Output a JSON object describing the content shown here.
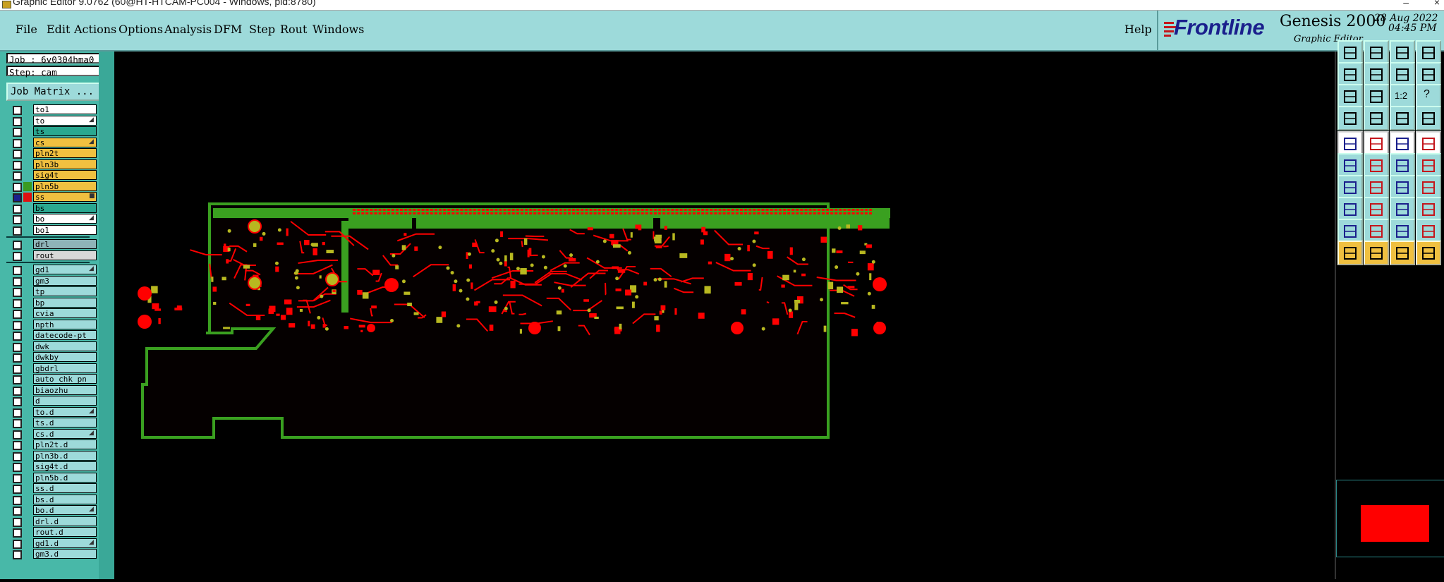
{
  "window": {
    "title": "Graphic Editor 9.0762 (60@HT-HTCAM-PC004 - Windows, pid:8780)",
    "controls": [
      "–",
      "×"
    ]
  },
  "menu": {
    "items": [
      {
        "label": "File"
      },
      {
        "label": "Edit"
      },
      {
        "label": "Actions"
      },
      {
        "label": "Options"
      },
      {
        "label": "Analysis"
      },
      {
        "label": "DFM"
      },
      {
        "label": "Step"
      },
      {
        "label": "Rout"
      },
      {
        "label": "Windows"
      }
    ],
    "help": "Help"
  },
  "brand": {
    "logo": "Frontline",
    "product": "Genesis 2000",
    "subtitle": "Graphic Editor",
    "date": "28 Aug 2022",
    "time": "04:45 PM"
  },
  "job": {
    "job_label": "Job : 6v0304hma0",
    "step_label": "Step: cam",
    "matrix_button": "Job Matrix ..."
  },
  "layers": {
    "group1": [
      {
        "name": "to1",
        "color": "#ffffff",
        "mark": ""
      },
      {
        "name": "to",
        "color": "#ffffff",
        "mark": "◢"
      },
      {
        "name": "ts",
        "color": "#2aa890",
        "mark": ""
      },
      {
        "name": "cs",
        "color": "#f0c040",
        "mark": "◢"
      },
      {
        "name": "pln2t",
        "color": "#f0c040",
        "mark": ""
      },
      {
        "name": "pln3b",
        "color": "#f0c040",
        "mark": ""
      },
      {
        "name": "sig4t",
        "color": "#f0c040",
        "mark": ""
      },
      {
        "name": "pln5b",
        "color": "#f0c040",
        "mark": "",
        "dot": "#3a9a20"
      },
      {
        "name": "ss",
        "color": "#f0c040",
        "mark": "■",
        "dot": "#e01010",
        "active": true
      },
      {
        "name": "bs",
        "color": "#2aa890",
        "mark": ""
      },
      {
        "name": "bo",
        "color": "#ffffff",
        "mark": "◢"
      },
      {
        "name": "bo1",
        "color": "#ffffff",
        "mark": ""
      }
    ],
    "group2": [
      {
        "name": "drl",
        "color": "#8fb4b8",
        "mark": ""
      },
      {
        "name": "rout",
        "color": "#d8d8d8",
        "mark": ""
      }
    ],
    "group3": [
      {
        "name": "gd1",
        "color": "#9ddada",
        "mark": "◢"
      },
      {
        "name": "gm3",
        "color": "#9ddada",
        "mark": ""
      },
      {
        "name": "tp",
        "color": "#9ddada",
        "mark": ""
      },
      {
        "name": "bp",
        "color": "#9ddada",
        "mark": ""
      },
      {
        "name": "cvia",
        "color": "#9ddada",
        "mark": ""
      },
      {
        "name": "npth",
        "color": "#9ddada",
        "mark": ""
      },
      {
        "name": "datecode-pt",
        "color": "#9ddada",
        "mark": ""
      },
      {
        "name": "dwk",
        "color": "#9ddada",
        "mark": ""
      },
      {
        "name": "dwkby",
        "color": "#9ddada",
        "mark": ""
      },
      {
        "name": "gbdrl",
        "color": "#9ddada",
        "mark": ""
      },
      {
        "name": "auto_chk_pn",
        "color": "#9ddada",
        "mark": ""
      },
      {
        "name": "biaozhu",
        "color": "#9ddada",
        "mark": ""
      },
      {
        "name": "d",
        "color": "#9ddada",
        "mark": ""
      },
      {
        "name": "to.d",
        "color": "#9ddada",
        "mark": "◢"
      },
      {
        "name": "ts.d",
        "color": "#9ddada",
        "mark": ""
      },
      {
        "name": "cs.d",
        "color": "#9ddada",
        "mark": "◢"
      },
      {
        "name": "pln2t.d",
        "color": "#9ddada",
        "mark": ""
      },
      {
        "name": "pln3b.d",
        "color": "#9ddada",
        "mark": ""
      },
      {
        "name": "sig4t.d",
        "color": "#9ddada",
        "mark": ""
      },
      {
        "name": "pln5b.d",
        "color": "#9ddada",
        "mark": ""
      },
      {
        "name": "ss.d",
        "color": "#9ddada",
        "mark": ""
      },
      {
        "name": "bs.d",
        "color": "#9ddada",
        "mark": ""
      },
      {
        "name": "bo.d",
        "color": "#9ddada",
        "mark": "◢"
      },
      {
        "name": "drl.d",
        "color": "#9ddada",
        "mark": ""
      },
      {
        "name": "rout.d",
        "color": "#9ddada",
        "mark": ""
      },
      {
        "name": "gd1.d",
        "color": "#9ddada",
        "mark": "◢"
      },
      {
        "name": "gm3.d",
        "color": "#9ddada",
        "mark": ""
      }
    ]
  },
  "toolbar": {
    "scale_label": "1:2",
    "help_label": "?",
    "icons": [
      "page-up-icon",
      "page-down-icon",
      "home-icon",
      "layout-icon",
      "page-left-icon",
      "page-right-icon",
      "undo-zoom-icon",
      "split-icon",
      "zoom-fit-icon",
      "zoom-center-icon",
      "scale-icon",
      "help-icon",
      "measure-icon",
      "grid-icon",
      "snap-icon",
      "snap2-icon",
      "add-pad-icon",
      "add-line-icon",
      "add-bar-icon",
      "add-circle-icon",
      "connect-icon",
      "delete-icon",
      "move-node-icon",
      "stretch-icon",
      "angle-icon",
      "slash-icon",
      "arc-icon",
      "flip-icon",
      "select-pad-icon",
      "line-icon",
      "center-icon",
      "attr-icon",
      "triangle-icon",
      "polygon-icon",
      "arc2-icon",
      "arc3-icon",
      "pointer-icon",
      "pointer2-icon",
      "clock-icon",
      "route-icon"
    ]
  },
  "colors": {
    "panel": "#9ddada",
    "copper": "#ff0000",
    "outline": "#3aa020",
    "pad": "#b8b820"
  }
}
